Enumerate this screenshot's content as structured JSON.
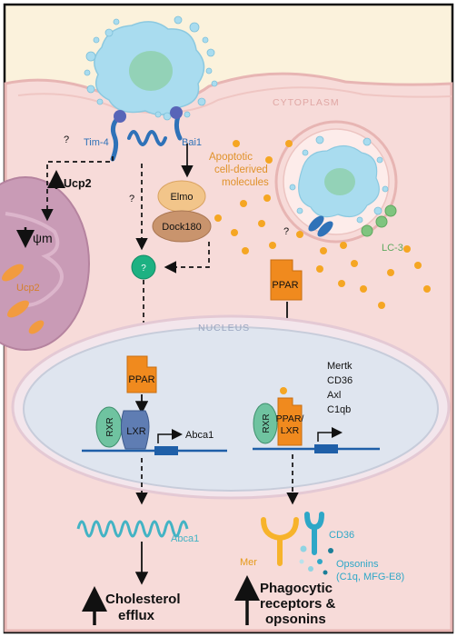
{
  "labels": {
    "cytoplasm": "CYTOPLASM",
    "nucleus": "NUCLEUS",
    "tim4": "Tim-4",
    "bai1": "Bai1",
    "elmo": "Elmo",
    "dock180": "Dock180",
    "question": "?",
    "ucp2_up": "Ucp2",
    "psi_m": "ψm",
    "ucp2_mito": "Ucp2",
    "apoptotic_line1": "Apoptotic",
    "apoptotic_line2": "cell-derived",
    "apoptotic_line3": "molecules",
    "lc3": "LC-3",
    "ppar": "PPAR",
    "rxr": "RXR",
    "lxr": "LXR",
    "ppar_lxr_line1": "PPAR/",
    "ppar_lxr_line2": "LXR",
    "abca1_gene": "Abca1",
    "target_genes": [
      "Mertk",
      "CD36",
      "Axl",
      "C1qb"
    ],
    "abca1_protein": "Abca1",
    "mer": "Mer",
    "cd36": "CD36",
    "opsonins_line1": "Opsonins",
    "opsonins_line2": "(C1q, MFG-E8)",
    "cholesterol_line1": "Cholesterol",
    "cholesterol_line2": "efflux",
    "phago_line1": "Phagocytic",
    "phago_line2": "receptors &",
    "phago_line3": "opsonins"
  },
  "colors": {
    "cell_fill": "#f7dbd9",
    "cell_outline": "#e7b5b3",
    "background": "#fbf2dc",
    "nucleus_fill": "#dfe5ef",
    "apoptotic_cell": "#a9dcef",
    "ppar": "#f08a1e",
    "rxr": "#6fc3a0",
    "lxr": "#5f7db3",
    "elmo": "#f2c58a",
    "dock180": "#c9946d",
    "mitochondrion": "#c99bb6",
    "receptor_blue": "#2f72b8",
    "abca1": "#43b3c4",
    "mer": "#f7b32b",
    "cd36": "#2ea7c7",
    "molecule_dots": "#f5a623",
    "lc3": "#7fc47f"
  }
}
